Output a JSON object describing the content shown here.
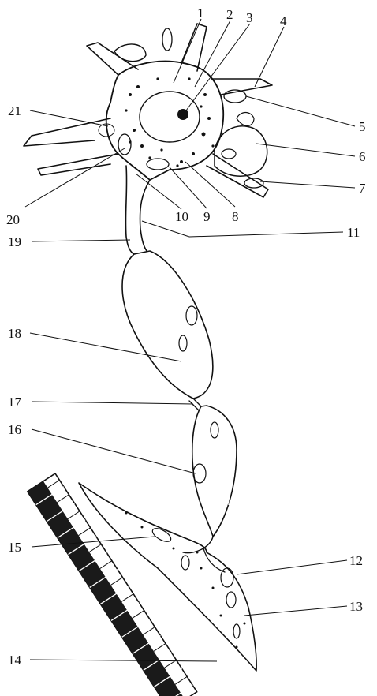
{
  "figure": {
    "colors": {
      "ink": "#111111",
      "paper": "#ffffff",
      "myelin": "#1a1a1a",
      "cell_fill": "#f4f4f4"
    },
    "labels": [
      "1",
      "2",
      "3",
      "4",
      "5",
      "6",
      "7",
      "8",
      "9",
      "10",
      "11",
      "12",
      "13",
      "14",
      "15",
      "16",
      "17",
      "18",
      "19",
      "20",
      "21"
    ]
  }
}
